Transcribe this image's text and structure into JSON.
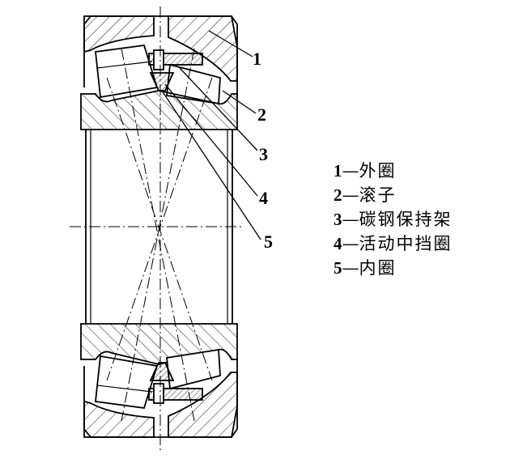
{
  "diagram": {
    "callouts": [
      {
        "number": "1"
      },
      {
        "number": "2"
      },
      {
        "number": "3"
      },
      {
        "number": "4"
      },
      {
        "number": "5"
      }
    ]
  },
  "legend": {
    "items": [
      {
        "number": "1",
        "dash": "—",
        "label": "外圈"
      },
      {
        "number": "2",
        "dash": "—",
        "label": "滚子"
      },
      {
        "number": "3",
        "dash": "—",
        "label": "碳钢保持架"
      },
      {
        "number": "4",
        "dash": "—",
        "label": "活动中挡圈"
      },
      {
        "number": "5",
        "dash": "—",
        "label": "内圈"
      }
    ]
  },
  "colors": {
    "ink": "#000000",
    "paper": "#ffffff"
  }
}
